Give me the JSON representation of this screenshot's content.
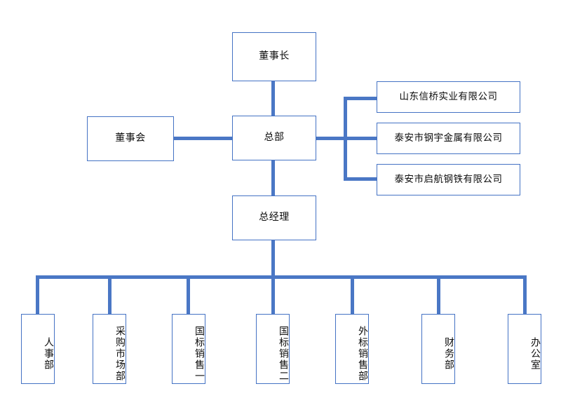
{
  "diagram": {
    "type": "organization-chart",
    "orientation": "top-down",
    "colors": {
      "box_border": "#4472C4",
      "connector": "#4A77C5",
      "box_fill": "#FFFFFF",
      "text": "#0D0D0D",
      "background": "#FFFFFF"
    },
    "levels": {
      "chairman": {
        "label": "董事长"
      },
      "board": {
        "label": "董事会"
      },
      "headquarters": {
        "label": "总部"
      },
      "general_manager": {
        "label": "总经理"
      }
    },
    "subsidiaries": [
      {
        "label": "山东信桥实业有限公司"
      },
      {
        "label": "泰安市钢宇金属有限公司"
      },
      {
        "label": "泰安市启航钢铁有限公司"
      }
    ],
    "departments": [
      {
        "label": "人事部"
      },
      {
        "label": "采购市场部"
      },
      {
        "label": "国标销售一"
      },
      {
        "label": "国标销售二"
      },
      {
        "label": "外标销售部"
      },
      {
        "label": "财务部"
      },
      {
        "label": "办公室"
      }
    ]
  }
}
